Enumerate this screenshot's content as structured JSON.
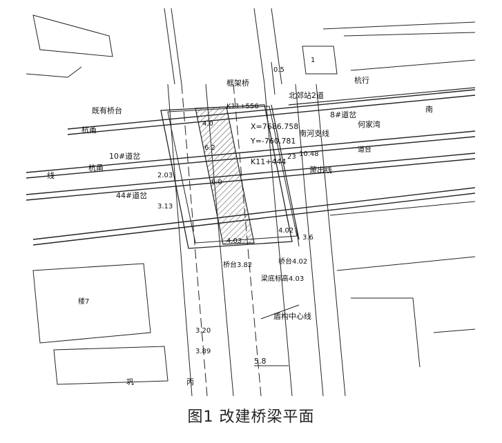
{
  "caption": "图1 改建桥梁平面",
  "labels": {
    "frame_bridge": "框架桥",
    "existing_abutment": "既有桥台",
    "hangyong_1": "杭甬",
    "hangyong_2": "杭甬",
    "hangyong_line": "线",
    "turnout_10": "10#道岔",
    "turnout_44": "44#道岔",
    "turnout_8": "8#道岔",
    "north_station_2": "北郊站2道",
    "hangxing": "杭行",
    "he_jia_qiao": "何家湾",
    "nanhe_branch": "南河支线",
    "xiaochu_line": "萧出线",
    "south": "南",
    "coord_x": "X=7686.758",
    "coord_y": "Y=-760.781",
    "mileage_k11": "K11+444",
    "mileage_k": "K11+556",
    "bridge_abutment_elev": "桥台3.82",
    "bridge_abutment_elev2": "桥台4.02",
    "beam_bottom_elev": "梁底标高4.03",
    "shield_center": "盾构中心线",
    "dim_05": "0.5",
    "dim_23": "23",
    "dim_1048": "10.48",
    "dim_203": "2.03",
    "dim_313": "3.13",
    "dim_60": "6.0",
    "dim_62": "6.2",
    "dim_40": "4.0",
    "dim_36": "3.6",
    "dim_402": "4.02",
    "dim_403": "4.03",
    "dim_320": "3.20",
    "dim_389": "3.89",
    "dim_58": "5.8",
    "bldg_7": "楼7",
    "corner_1": "1",
    "side_deng": "道台",
    "char_gong": "巩",
    "char_bing": "丙"
  }
}
